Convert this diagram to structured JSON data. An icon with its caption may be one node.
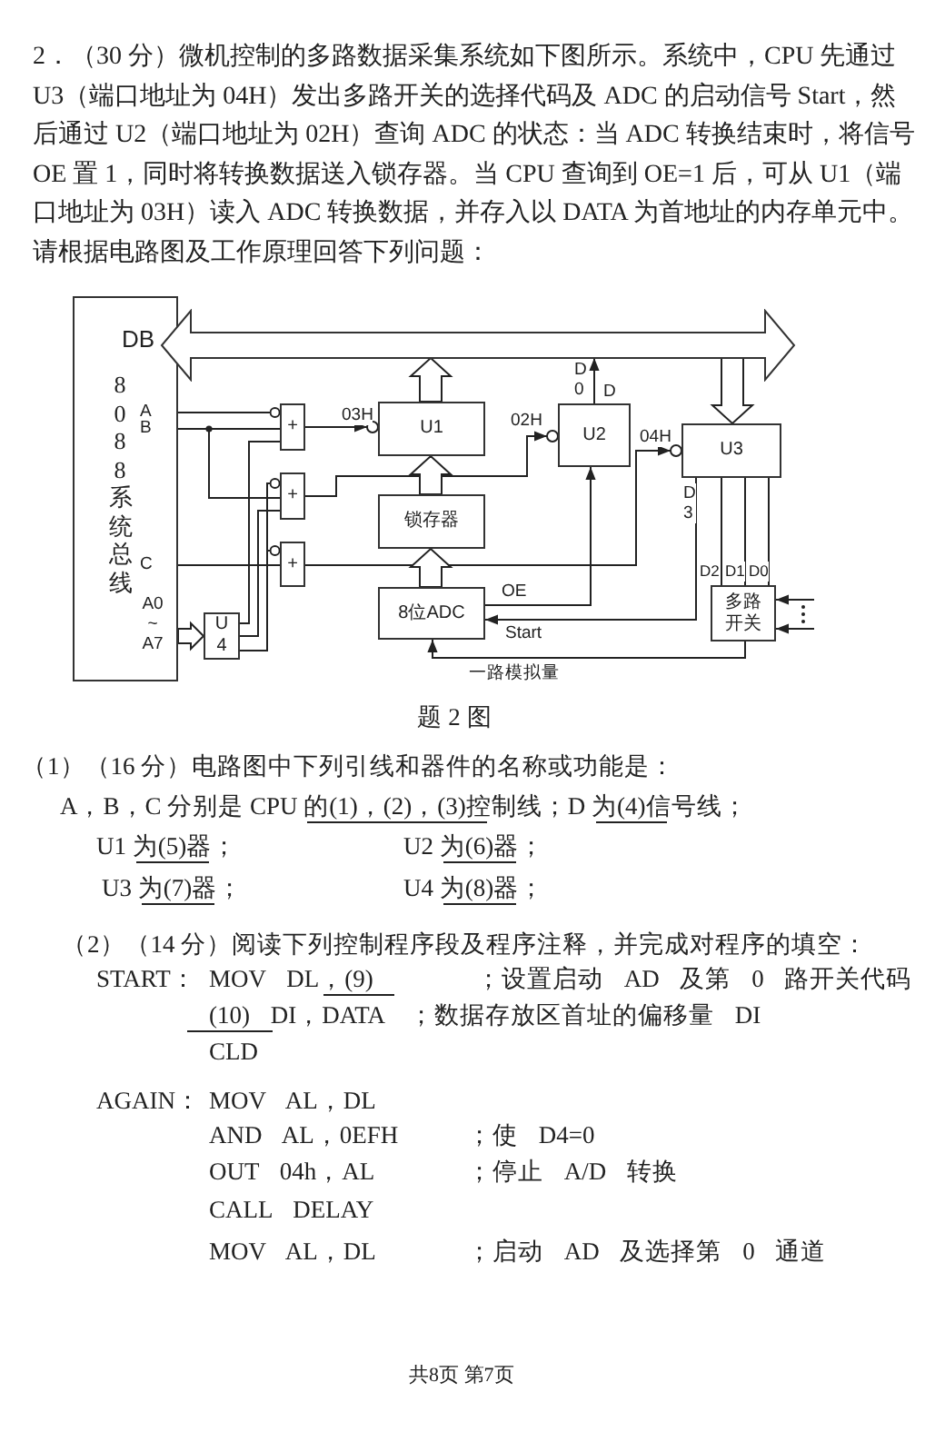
{
  "diagram": {
    "caption": "题 2 图",
    "nodes": [
      {
        "text": [
          "8088系统总线"
        ]
      },
      {
        "text": [],
        "shape": "bar"
      },
      {
        "text": [
          "+"
        ]
      },
      {
        "text": [
          "+"
        ]
      },
      {
        "text": [
          "+"
        ]
      },
      {
        "text": [
          "U1"
        ]
      },
      {
        "text": [
          "锁存器"
        ]
      },
      {
        "text": [
          "U2"
        ]
      },
      {
        "text": [
          "U3"
        ]
      },
      {
        "text": [
          "8位ADC"
        ]
      },
      {
        "text": [
          "U4"
        ]
      },
      {
        "text": [
          "多路开关"
        ]
      }
    ],
    "edges": [
      {
        "from": 0,
        "to": 2,
        "arrow": "other"
      },
      {
        "from": 0,
        "to": 2,
        "arrow": "none"
      },
      {
        "from": 0,
        "to": 3,
        "arrow": "none"
      },
      {
        "from": 0,
        "to": 4,
        "arrow": "none"
      },
      {
        "from": 10,
        "to": 2,
        "arrow": "none"
      },
      {
        "from": 10,
        "to": 3,
        "arrow": "none"
      },
      {
        "from": 10,
        "to": 4,
        "arrow": "other"
      },
      {
        "from": 10,
        "to": 3,
        "arrow": "other"
      },
      {
        "from": 2,
        "to": 5,
        "arrow": "to",
        "label": "03H"
      },
      {
        "from": 3,
        "to": 7,
        "arrow": "to",
        "label": "02H"
      },
      {
        "from": 4,
        "to": 8,
        "arrow": "to",
        "label": "04H"
      },
      {
        "from": 5,
        "to": 1,
        "arrow": "to",
        "style": "thick"
      },
      {
        "from": 7,
        "to": 1,
        "arrow": "to",
        "label": "D0"
      },
      {
        "from": 1,
        "to": 8,
        "arrow": "to",
        "style": "thick"
      },
      {
        "from": 6,
        "to": 5,
        "arrow": "to",
        "style": "thick"
      },
      {
        "from": 9,
        "to": 6,
        "arrow": "to",
        "style": "thick"
      },
      {
        "from": 9,
        "to": 7,
        "arrow": "to",
        "label": "OE"
      },
      {
        "from": 8,
        "to": 9,
        "arrow": "to",
        "label": "Start"
      },
      {
        "from": 8,
        "to": 11,
        "arrow": "none",
        "label": "D2"
      },
      {
        "from": 8,
        "to": 11,
        "arrow": "none",
        "label": "D1"
      },
      {
        "from": 8,
        "to": 11,
        "arrow": "none",
        "label": "D0"
      },
      {
        "from": 11,
        "to": 9,
        "arrow": "to",
        "label": "一路模拟量"
      },
      {
        "from": null,
        "to": 11,
        "arrow": "to"
      },
      {
        "from": null,
        "to": 11,
        "arrow": "to"
      },
      {
        "from": 0,
        "to": 10,
        "arrow": "to",
        "style": "thick"
      }
    ],
    "labels": [
      "2．（30 分）微机控制的多路数据采集系统如下图所示。系统中，CPU 先通过 U3（端口地址为 04H）发出多路开关的选择代码及 ADC 的启动信号 Start，然后通过 U2（端口地址为 02H）查询 ADC 的状态：当 ADC 转换结束时，将信号 OE 置 1，同时将转换数据送入锁存器。当 CPU 查询到 OE=1 后，可从 U1（端口地址为 03H）读入 ADC 转换数据，并存入以 DATA 为首地址的内存单元中。请根据电路图及工作原理回答下列问题：",
      "DB",
      "A",
      "B",
      "C",
      "A0 ~ A7",
      "D",
      "D3",
      "（1）（16 分）电路图中下列引线和器件的名称或功能是：",
      "A，B，C 分别是 CPU 的(1)，(2)，(3)控制线；D 为(4)信号线；",
      "U1 为(5)器；",
      "U2 为(6)器；",
      "U3 为(7)器；",
      "U4 为(8)器；",
      "（2）（14 分）阅读下列控制程序段及程序注释，并完成对程序的填空：",
      "START：",
      "MOV DL，(9)",
      "；设置启动 AD 及第 0 路开关代码",
      "(10) DI，DATA",
      "；数据存放区首址的偏移量 DI",
      "CLD",
      "AGAIN：",
      "MOV AL，DL",
      "AND AL，0EFH",
      "；使 D4=0",
      "OUT 04h，AL",
      "；停止 A/D 转换",
      "CALL DELAY",
      "MOV AL，DL",
      "；启动 AD 及选择第 0 通道",
      "共8页 第7页"
    ]
  }
}
